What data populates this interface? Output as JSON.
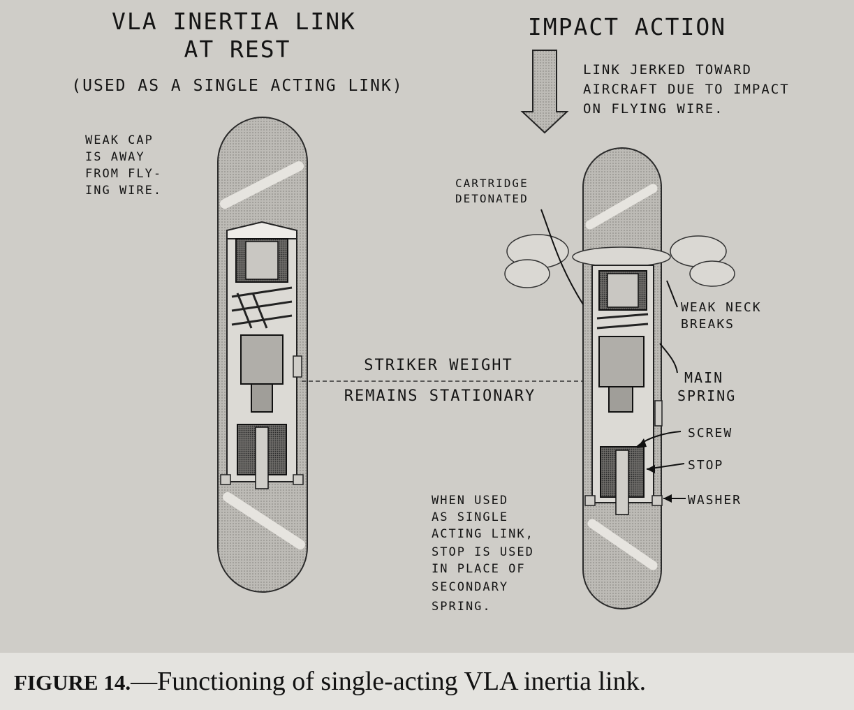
{
  "left_panel": {
    "title_line1": "VLA INERTIA LINK",
    "title_line2": "AT REST",
    "subtitle": "(USED AS A SINGLE ACTING LINK)",
    "weak_cap_note": [
      "WEAK CAP",
      "IS AWAY",
      "FROM FLY-",
      "ING WIRE."
    ]
  },
  "center": {
    "striker_line1": "STRIKER WEIGHT",
    "striker_line2": "REMAINS STATIONARY",
    "single_acting_note": [
      "WHEN USED",
      "AS SINGLE",
      "ACTING LINK,",
      "STOP IS USED",
      "IN PLACE OF",
      "SECONDARY",
      "SPRING."
    ]
  },
  "right_panel": {
    "title": "IMPACT ACTION",
    "impact_note": [
      "LINK JERKED TOWARD",
      "AIRCRAFT DUE TO IMPACT",
      "ON FLYING WIRE."
    ],
    "cartridge_note": [
      "CARTRIDGE",
      "DETONATED"
    ],
    "weak_neck_note": [
      "WEAK NECK",
      "BREAKS"
    ],
    "main_spring_note": [
      "MAIN",
      "SPRING"
    ],
    "part_labels": [
      "SCREW",
      "STOP",
      "WASHER"
    ]
  },
  "caption": {
    "figure_label": "FIGURE 14.",
    "text": "—Functioning of single-acting VLA inertia link."
  }
}
